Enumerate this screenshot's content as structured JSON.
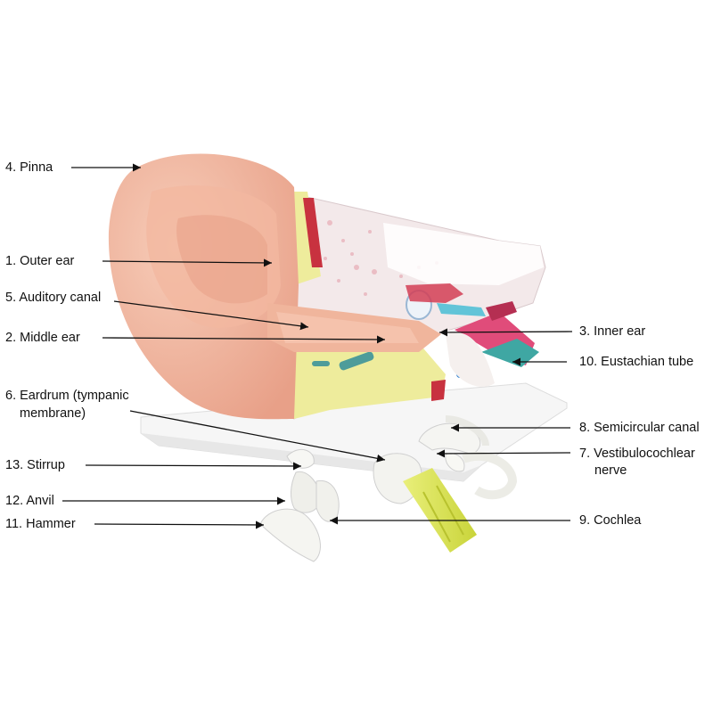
{
  "labels": {
    "pinna": "4. Pinna",
    "outer_ear": "1. Outer ear",
    "auditory_canal": "5. Auditory canal",
    "middle_ear": "2. Middle ear",
    "eardrum_line1": "6. Eardrum (tympanic",
    "eardrum_line2": "membrane)",
    "stirrup": "13. Stirrup",
    "anvil": "12. Anvil",
    "hammer": "11. Hammer",
    "inner_ear": "3. Inner ear",
    "eustachian_tube": "10. Eustachian tube",
    "semicircular_canal": "8. Semicircular canal",
    "vestibulocochlear_line1": "7. Vestibulocochlear",
    "vestibulocochlear_line2": "nerve",
    "cochlea": "9. Cochlea"
  },
  "colors": {
    "skin": "#f2b9a1",
    "skin_dark": "#e49a82",
    "bone": "#f3e9ea",
    "yellow": "#eeec9c",
    "red": "#c8323f",
    "teal": "#4e9c9a",
    "blue": "#2c7fd0",
    "nerve_yellow": "#dfe85c",
    "base": "#f4f4f4",
    "arrow": "#111111"
  }
}
